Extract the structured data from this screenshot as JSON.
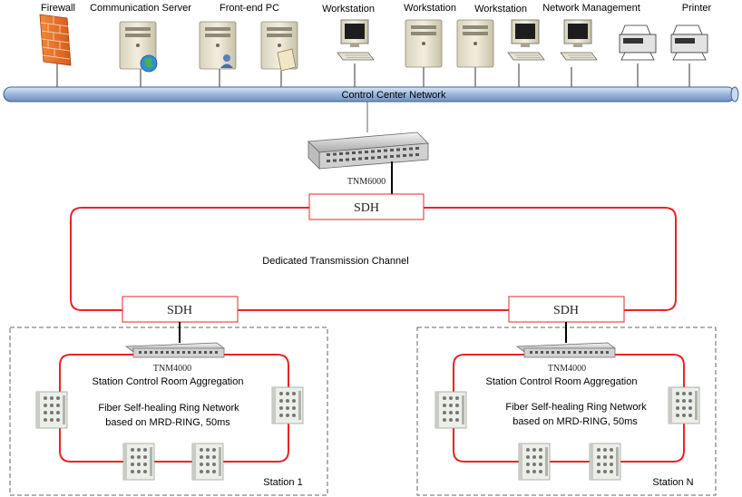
{
  "devices": {
    "firewall": "Firewall",
    "comm_server": "Communication Server",
    "frontend_pc": "Front-end PC",
    "workstation_1": "Workstation",
    "workstation_2": "Workstation",
    "workstation_3": "Workstation",
    "network_management": "Network Management",
    "printer": "Printer"
  },
  "bus_label": "Control Center Network",
  "core_switch": "TNM6000",
  "sdh": {
    "top": "SDH",
    "left": "SDH",
    "right": "SDH"
  },
  "channel_label": "Dedicated Transmission Channel",
  "station_1": {
    "switch": "TNM4000",
    "aggregation": "Station Control Room Aggregation",
    "ring_line1": "Fiber Self-healing Ring Network",
    "ring_line2": "based on MRD-RING, 50ms",
    "name": "Station 1"
  },
  "station_n": {
    "switch": "TNM4000",
    "aggregation": "Station Control Room Aggregation",
    "ring_line1": "Fiber Self-healing Ring Network",
    "ring_line2": "based on MRD-RING, 50ms",
    "name": "Station N"
  },
  "colors": {
    "ring": "#e8242a",
    "bus": "#aac4e4",
    "sdh_border": "#e8242a"
  }
}
